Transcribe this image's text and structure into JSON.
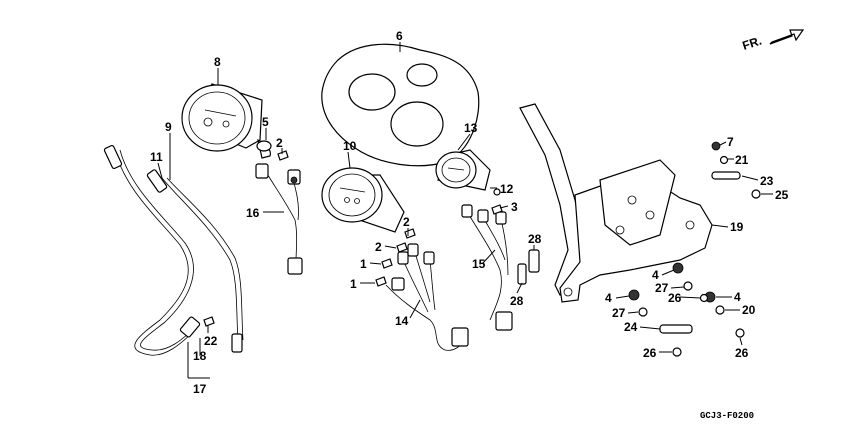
{
  "orientation": {
    "label": "FR."
  },
  "diagram_code": "GCJ3-F0200",
  "callouts": [
    "8",
    "5",
    "2",
    "16",
    "9",
    "11",
    "22",
    "18",
    "17",
    "6",
    "10",
    "2",
    "2",
    "1",
    "1",
    "14",
    "13",
    "12",
    "3",
    "15",
    "28",
    "28",
    "7",
    "21",
    "23",
    "25",
    "19",
    "4",
    "27",
    "26",
    "4",
    "4",
    "20",
    "27",
    "24",
    "26",
    "26"
  ]
}
